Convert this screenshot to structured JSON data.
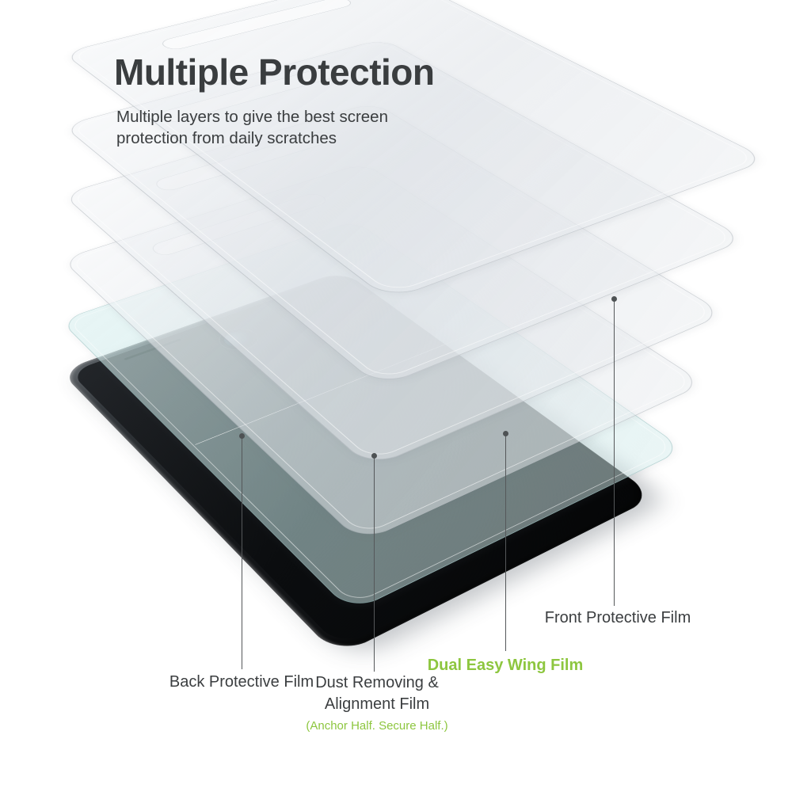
{
  "header": {
    "title": "Multiple Protection",
    "subtitle_line1": "Multiple layers to give the best screen",
    "subtitle_line2": "protection from daily scratches"
  },
  "colors": {
    "accent_green": "#8dc63f",
    "text_dark": "#3a3d3f"
  },
  "callouts": {
    "back": {
      "label": "Back Protective Film"
    },
    "dust": {
      "label_line1": "Dust Removing &",
      "label_line2": "Alignment Film",
      "note": "(Anchor Half. Secure Half.)"
    },
    "wing": {
      "label": "Dual Easy Wing Film"
    },
    "front": {
      "label": "Front Protective Film"
    }
  }
}
